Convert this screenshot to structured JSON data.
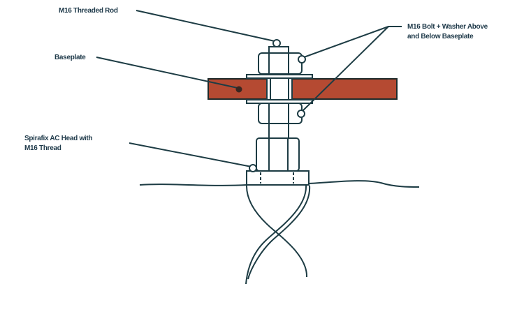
{
  "labels": {
    "threaded_rod": "M16 Threaded Rod",
    "baseplate": "Baseplate",
    "bolt_washer_line1": "M16 Bolt + Washer Above",
    "bolt_washer_line2": "and Below Baseplate",
    "head_line1": "Spirafix AC Head with",
    "head_line2": "M16 Thread"
  },
  "colors": {
    "baseplate": "#b54a32",
    "line": "#1d3c44"
  }
}
